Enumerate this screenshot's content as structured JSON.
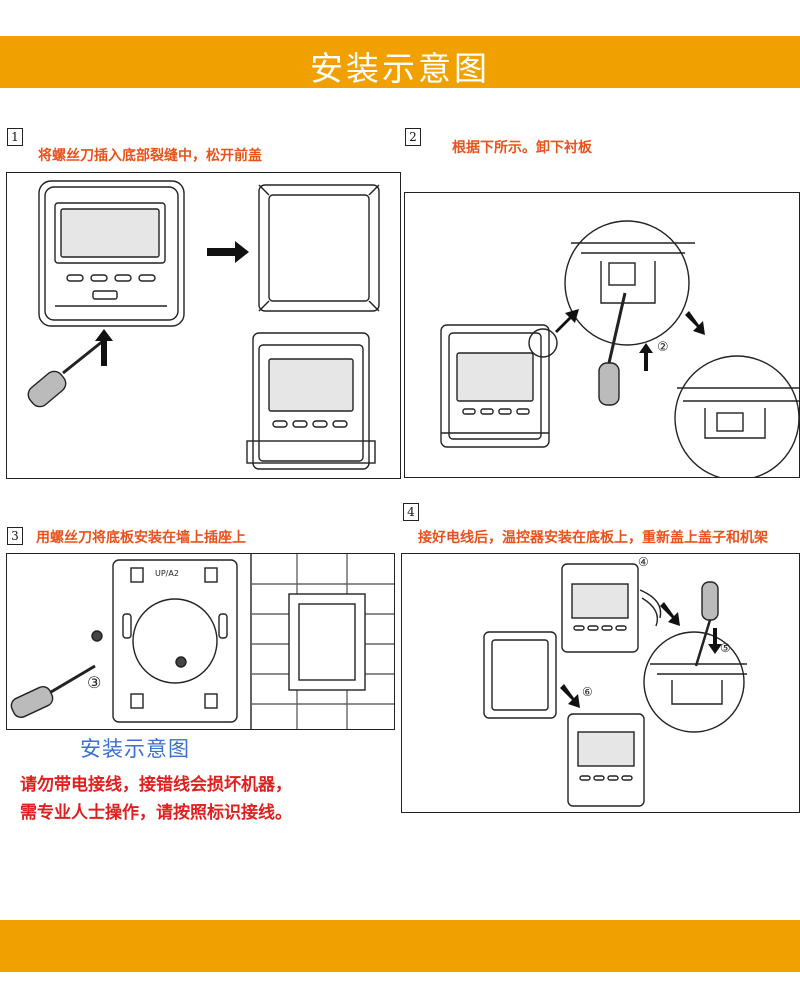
{
  "header": {
    "title": "安装示意图"
  },
  "steps": [
    {
      "number": "1",
      "caption": "将螺丝刀插入底部裂缝中，松开前盖"
    },
    {
      "number": "2",
      "caption": "根据下所示。卸下衬板"
    },
    {
      "number": "3",
      "caption": "用螺丝刀将底板安装在墙上插座上"
    },
    {
      "number": "4",
      "caption": "接好电线后，温控器安装在底板上，重新盖上盖子和机架"
    }
  ],
  "figure_marks": {
    "step2": "②",
    "step3": "③",
    "step4a": "④",
    "step4b": "⑤",
    "step4c": "⑥",
    "plate_text": "UP/A2"
  },
  "diagram_label": "安装示意图",
  "warning": {
    "line1": "请勿带电接线，接错线会损坏机器，",
    "line2": "需专业人士操作，请按照标识接线。"
  },
  "colors": {
    "banner": "#f0a100",
    "caption": "#e8531d",
    "warning": "#e02020",
    "diagram_label": "#3b6fd0"
  }
}
